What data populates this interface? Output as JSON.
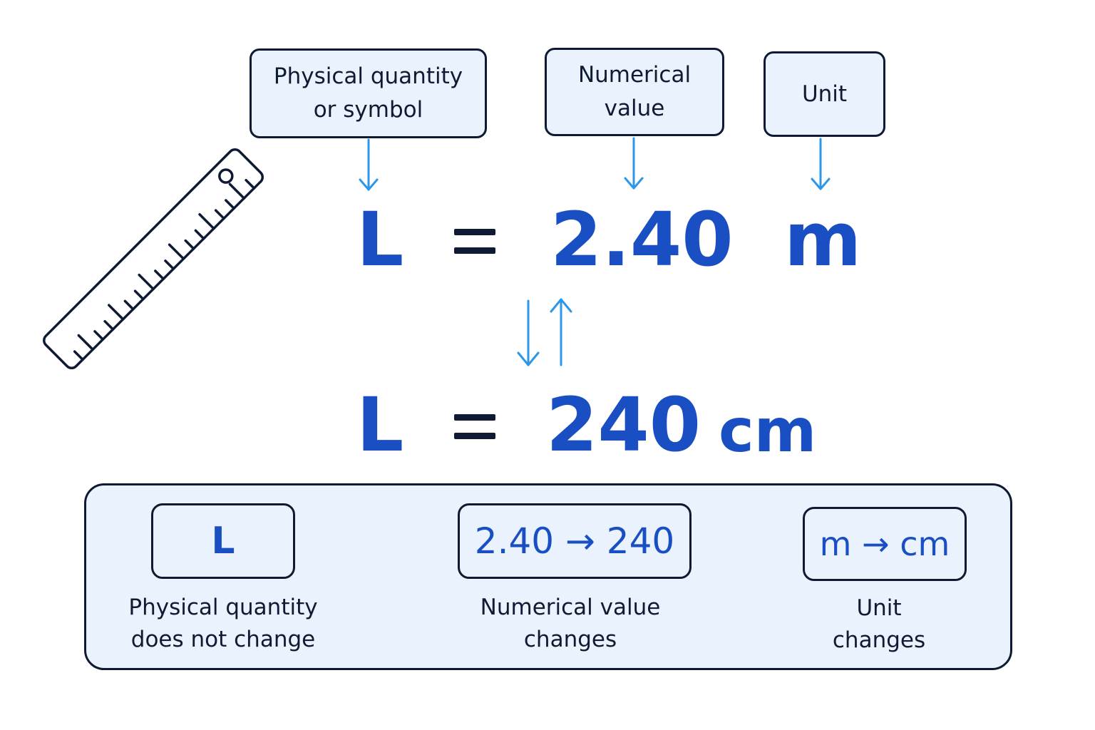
{
  "labels": {
    "quantity": "Physical quantity\nor symbol",
    "value": "Numerical\nvalue",
    "unit": "Unit"
  },
  "equation_top": {
    "symbol": "L",
    "value": "2.40",
    "unit": "m"
  },
  "equation_bottom": {
    "symbol": "L",
    "value": "240",
    "unit": "cm"
  },
  "summary": {
    "quantity_chip": "L",
    "quantity_caption": "Physical quantity\ndoes not change",
    "value_chip": "2.40 → 240",
    "value_caption": "Numerical value\nchanges",
    "unit_chip": "m → cm",
    "unit_caption": "Unit\nchanges"
  },
  "icons": {
    "ruler": "ruler-icon",
    "conversion_arrows": "up-down-arrows-icon"
  },
  "colors": {
    "accent": "#1a4fc4",
    "arrow": "#2b97e8",
    "outline": "#0e1a33",
    "box_fill": "#eaf3fd"
  }
}
